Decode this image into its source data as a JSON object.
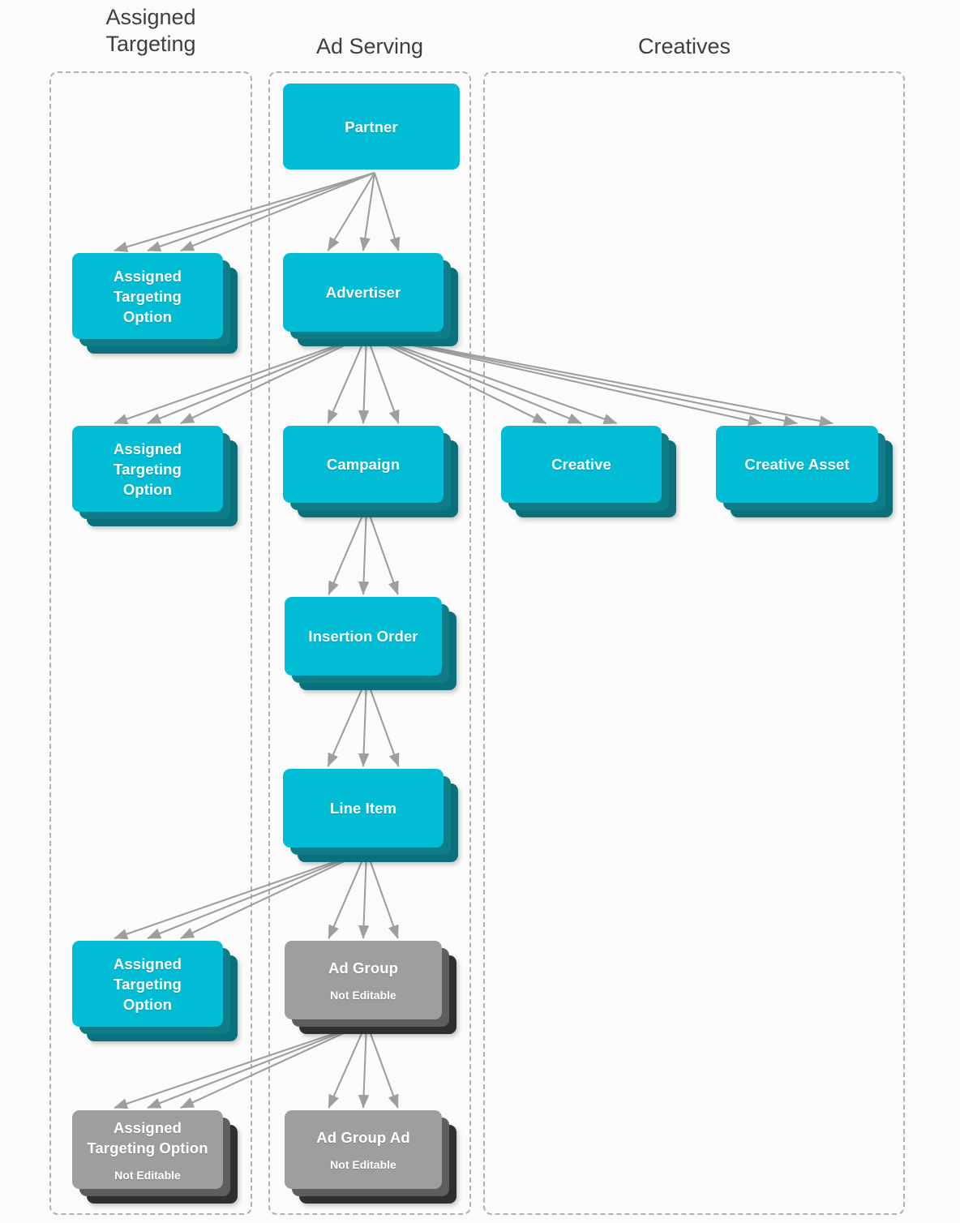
{
  "colors": {
    "node_teal": "#00bcd4",
    "node_teal_shadow_1": "#0f7d87",
    "node_teal_shadow_2": "#0a717c",
    "node_grey": "#9e9e9e",
    "node_grey_shadow_1": "#5e5e5e",
    "node_grey_shadow_2": "#2f2f2f",
    "group_border": "#b0b0b0",
    "arrow": "#9e9e9e",
    "header_text": "#3c4043",
    "node_text": "#ffffff",
    "background": "#fbfbfb"
  },
  "columns": [
    {
      "id": "assigned-targeting",
      "label": "Assigned\nTargeting"
    },
    {
      "id": "ad-serving",
      "label": "Ad Serving"
    },
    {
      "id": "creatives",
      "label": "Creatives"
    }
  ],
  "not_editable_label": "Not Editable",
  "nodes": [
    {
      "id": "partner",
      "column": "ad-serving",
      "title": "Partner",
      "sub": "",
      "style": "teal",
      "stacked": true
    },
    {
      "id": "ato-partner",
      "column": "assigned-targeting",
      "title": "Assigned\nTargeting\nOption",
      "sub": "",
      "style": "teal",
      "stacked": true
    },
    {
      "id": "advertiser",
      "column": "ad-serving",
      "title": "Advertiser",
      "sub": "",
      "style": "teal",
      "stacked": true
    },
    {
      "id": "ato-advertiser",
      "column": "assigned-targeting",
      "title": "Assigned\nTargeting\nOption",
      "sub": "",
      "style": "teal",
      "stacked": true
    },
    {
      "id": "campaign",
      "column": "ad-serving",
      "title": "Campaign",
      "sub": "",
      "style": "teal",
      "stacked": true
    },
    {
      "id": "creative",
      "column": "creatives",
      "title": "Creative",
      "sub": "",
      "style": "teal",
      "stacked": true
    },
    {
      "id": "creative-asset",
      "column": "creatives",
      "title": "Creative Asset",
      "sub": "",
      "style": "teal",
      "stacked": true
    },
    {
      "id": "insertion-order",
      "column": "ad-serving",
      "title": "Insertion Order",
      "sub": "",
      "style": "teal",
      "stacked": true
    },
    {
      "id": "line-item",
      "column": "ad-serving",
      "title": "Line Item",
      "sub": "",
      "style": "teal",
      "stacked": true
    },
    {
      "id": "ato-line-item",
      "column": "assigned-targeting",
      "title": "Assigned\nTargeting\nOption",
      "sub": "",
      "style": "teal",
      "stacked": true
    },
    {
      "id": "ad-group",
      "column": "ad-serving",
      "title": "Ad Group",
      "sub": "Not Editable",
      "style": "grey",
      "stacked": true
    },
    {
      "id": "ato-ad-group",
      "column": "assigned-targeting",
      "title": "Assigned\nTargeting Option",
      "sub": "Not Editable",
      "style": "grey",
      "stacked": true
    },
    {
      "id": "ad-group-ad",
      "column": "ad-serving",
      "title": "Ad Group Ad",
      "sub": "Not Editable",
      "style": "grey",
      "stacked": true
    }
  ],
  "edges": [
    {
      "from": "partner",
      "to": "ato-partner",
      "multiplicity": 3
    },
    {
      "from": "partner",
      "to": "advertiser",
      "multiplicity": 3
    },
    {
      "from": "advertiser",
      "to": "ato-advertiser",
      "multiplicity": 3
    },
    {
      "from": "advertiser",
      "to": "campaign",
      "multiplicity": 3
    },
    {
      "from": "advertiser",
      "to": "creative",
      "multiplicity": 3
    },
    {
      "from": "advertiser",
      "to": "creative-asset",
      "multiplicity": 3
    },
    {
      "from": "campaign",
      "to": "insertion-order",
      "multiplicity": 3
    },
    {
      "from": "insertion-order",
      "to": "line-item",
      "multiplicity": 3
    },
    {
      "from": "line-item",
      "to": "ato-line-item",
      "multiplicity": 3
    },
    {
      "from": "line-item",
      "to": "ad-group",
      "multiplicity": 3
    },
    {
      "from": "ad-group",
      "to": "ato-ad-group",
      "multiplicity": 3
    },
    {
      "from": "ad-group",
      "to": "ad-group-ad",
      "multiplicity": 3
    }
  ]
}
